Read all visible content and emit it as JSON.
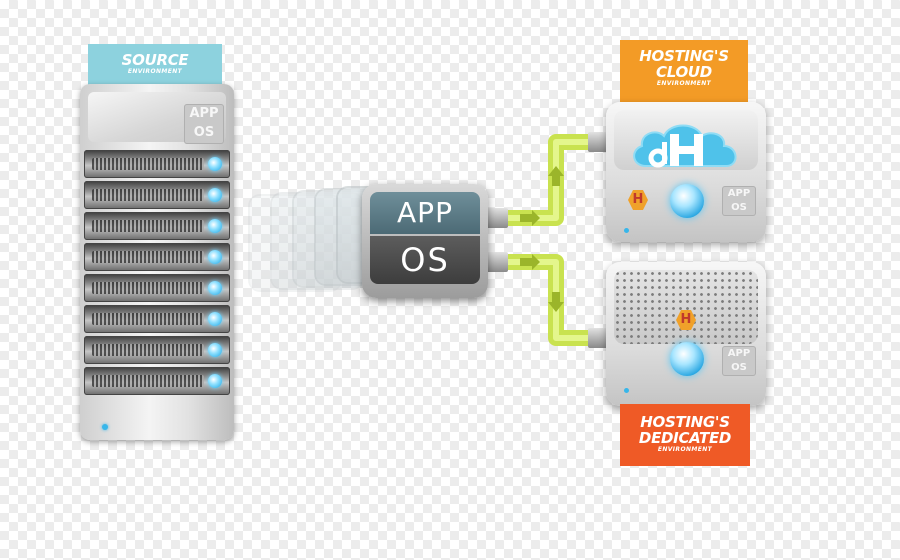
{
  "source": {
    "title": "SOURCE",
    "subtitle": "ENVIRONMENT",
    "app_label": "APP",
    "os_label": "OS",
    "tag_color": "#8dd2de"
  },
  "package": {
    "app_label": "APP",
    "os_label": "OS"
  },
  "cloud": {
    "title": "HOSTING'S",
    "title2": "CLOUD",
    "subtitle": "ENVIRONMENT",
    "app_label": "APP",
    "os_label": "OS",
    "badge": "H",
    "tag_color": "#f39b26"
  },
  "dedicated": {
    "title": "HOSTING'S",
    "title2": "DEDICATED",
    "subtitle": "ENVIRONMENT",
    "app_label": "APP",
    "os_label": "OS",
    "badge": "H",
    "tag_color": "#ef5a26"
  },
  "pipe_color": "#d9f26a",
  "led_color": "#2aa7e2"
}
